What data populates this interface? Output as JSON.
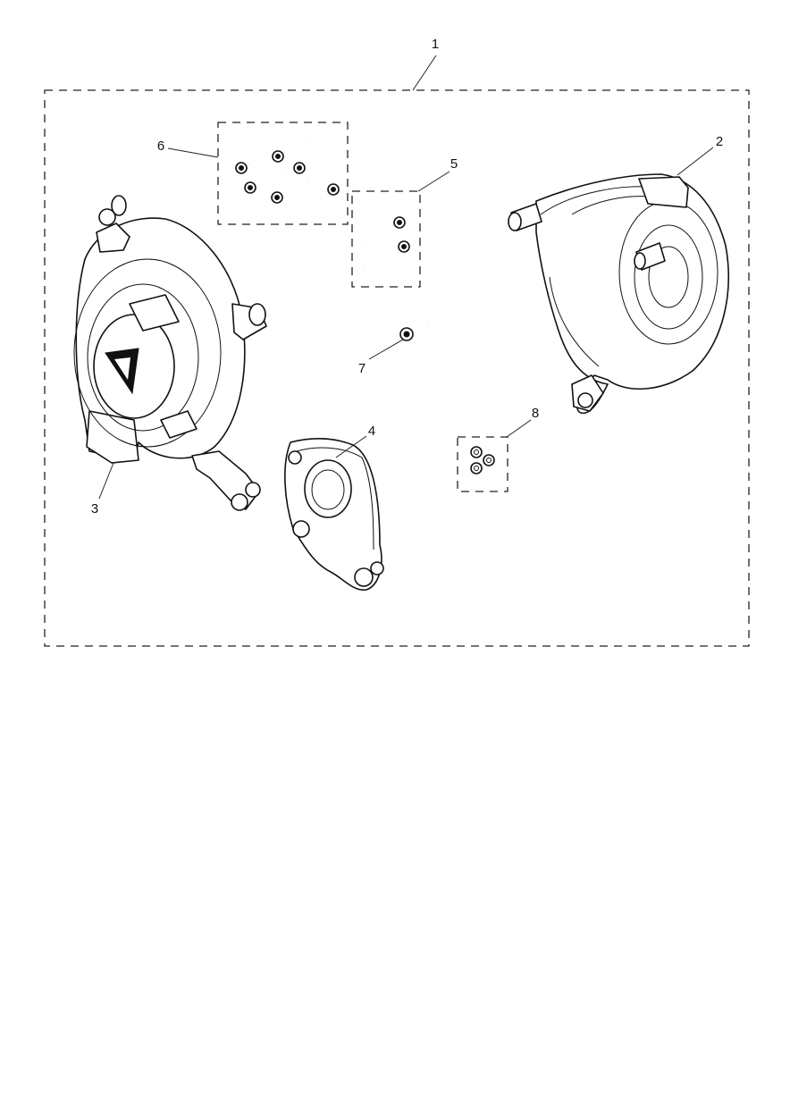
{
  "callouts": {
    "c1": "1",
    "c2": "2",
    "c3": "3",
    "c4": "4",
    "c5": "5",
    "c6": "6",
    "c7": "7",
    "c8": "8"
  },
  "colors": {
    "line": "#111111",
    "background": "#ffffff"
  }
}
